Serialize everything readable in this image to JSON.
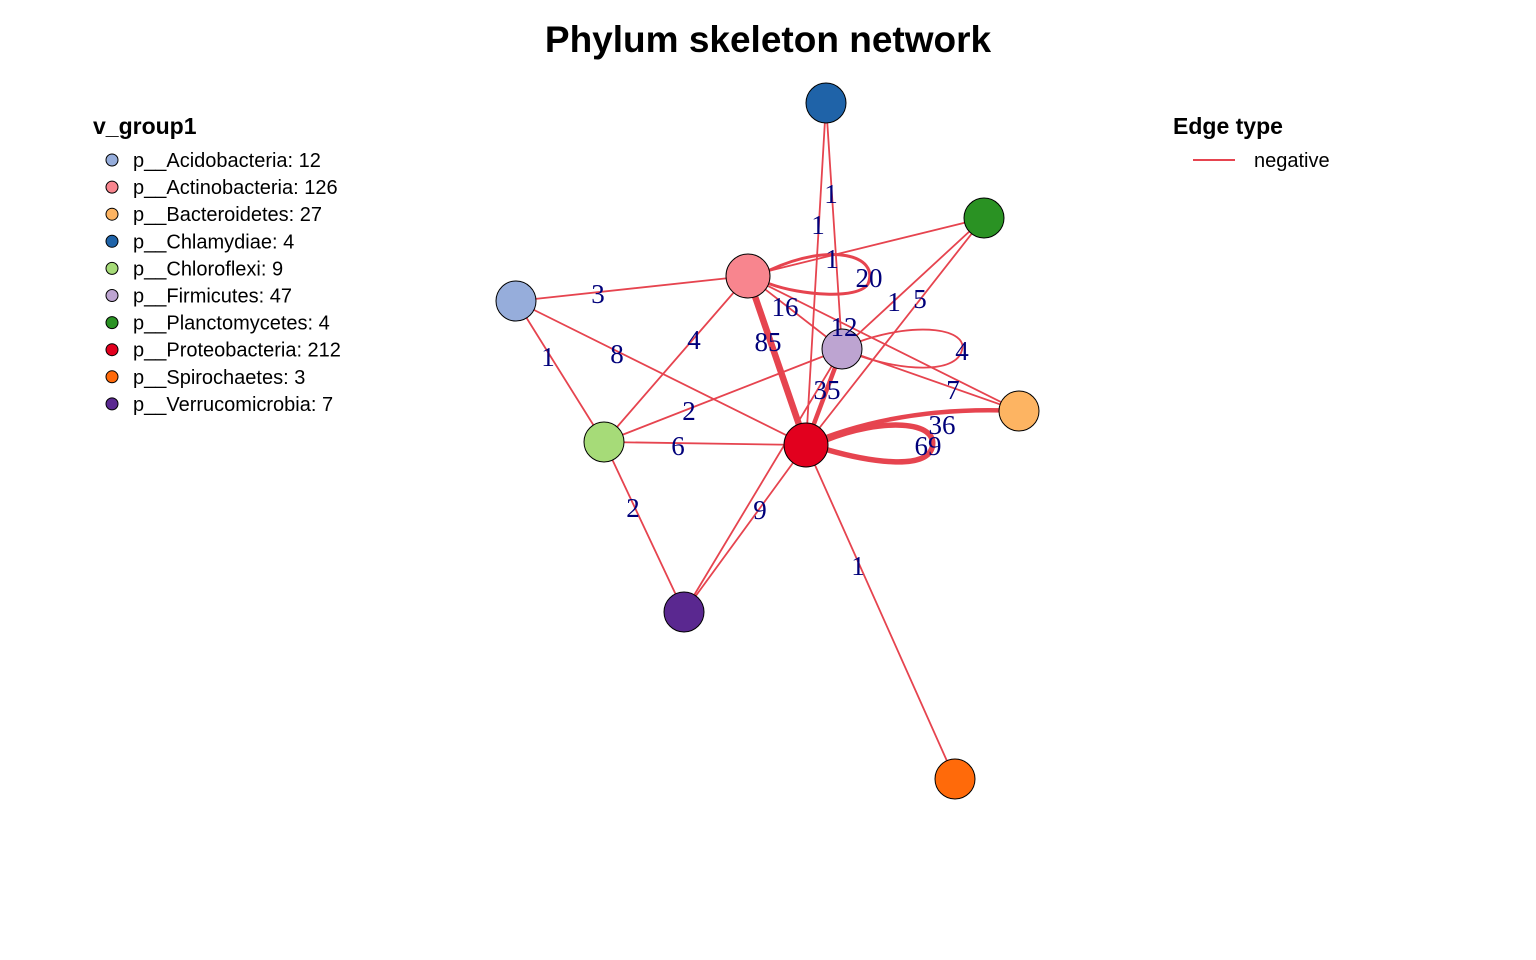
{
  "title": "Phylum skeleton network",
  "colors": {
    "edge": "#E6444F",
    "edge_label": "#00007A",
    "node_border": "#000000",
    "text": "#000000"
  },
  "node_legend": {
    "title": "v_group1",
    "items": [
      {
        "label": "p__Acidobacteria: 12",
        "color": "#96ADDB"
      },
      {
        "label": "p__Actinobacteria: 126",
        "color": "#F8858E"
      },
      {
        "label": "p__Bacteroidetes: 27",
        "color": "#FDB462"
      },
      {
        "label": "p__Chlamydiae: 4",
        "color": "#1F63A8"
      },
      {
        "label": "p__Chloroflexi: 9",
        "color": "#A6DB78"
      },
      {
        "label": "p__Firmicutes: 47",
        "color": "#BDA4D1"
      },
      {
        "label": "p__Planctomycetes: 4",
        "color": "#2A9223"
      },
      {
        "label": "p__Proteobacteria: 212",
        "color": "#E2001E"
      },
      {
        "label": "p__Spirochaetes: 3",
        "color": "#FF6A0A"
      },
      {
        "label": "p__Verrucomicrobia: 7",
        "color": "#5A2890"
      }
    ]
  },
  "edge_legend": {
    "title": "Edge type",
    "items": [
      {
        "label": "negative",
        "color": "#E6444F"
      }
    ]
  },
  "edges": [
    {
      "source": "p__Chlamydiae",
      "target": "p__Firmicutes",
      "label": "1"
    },
    {
      "source": "p__Chlamydiae",
      "target": "p__Proteobacteria",
      "label": "1"
    },
    {
      "source": "p__Actinobacteria",
      "target": "p__Actinobacteria",
      "label": "20"
    },
    {
      "source": "p__Actinobacteria",
      "target": "p__Planctomycetes",
      "label": "1"
    },
    {
      "source": "p__Acidobacteria",
      "target": "p__Actinobacteria",
      "label": "3"
    },
    {
      "source": "p__Actinobacteria",
      "target": "p__Firmicutes",
      "label": "16"
    },
    {
      "source": "p__Actinobacteria",
      "target": "p__Bacteroidetes",
      "label": "12"
    },
    {
      "source": "p__Actinobacteria",
      "target": "p__Proteobacteria",
      "label": "85"
    },
    {
      "source": "p__Actinobacteria",
      "target": "p__Chloroflexi",
      "label": "4"
    },
    {
      "source": "p__Planctomycetes",
      "target": "p__Firmicutes",
      "label": "1"
    },
    {
      "source": "p__Planctomycetes",
      "target": "p__Proteobacteria",
      "label": "5"
    },
    {
      "source": "p__Firmicutes",
      "target": "p__Firmicutes",
      "label": "4"
    },
    {
      "source": "p__Firmicutes",
      "target": "p__Bacteroidetes",
      "label": "7"
    },
    {
      "source": "p__Firmicutes",
      "target": "p__Proteobacteria",
      "label": "35"
    },
    {
      "source": "p__Acidobacteria",
      "target": "p__Proteobacteria",
      "label": "8"
    },
    {
      "source": "p__Acidobacteria",
      "target": "p__Chloroflexi",
      "label": "1"
    },
    {
      "source": "p__Chloroflexi",
      "target": "p__Firmicutes",
      "label": "2"
    },
    {
      "source": "p__Chloroflexi",
      "target": "p__Proteobacteria",
      "label": "6"
    },
    {
      "source": "p__Chloroflexi",
      "target": "p__Verrucomicrobia",
      "label": "2"
    },
    {
      "source": "p__Proteobacteria",
      "target": "p__Bacteroidetes",
      "label": "36"
    },
    {
      "source": "p__Proteobacteria",
      "target": "p__Proteobacteria",
      "label": "69"
    },
    {
      "source": "p__Verrucomicrobia",
      "target": "p__Proteobacteria",
      "label": "9"
    },
    {
      "source": "p__Verrucomicrobia",
      "target": "p__Firmicutes",
      "label": ""
    },
    {
      "source": "p__Proteobacteria",
      "target": "p__Spirochaetes",
      "label": "1"
    }
  ]
}
